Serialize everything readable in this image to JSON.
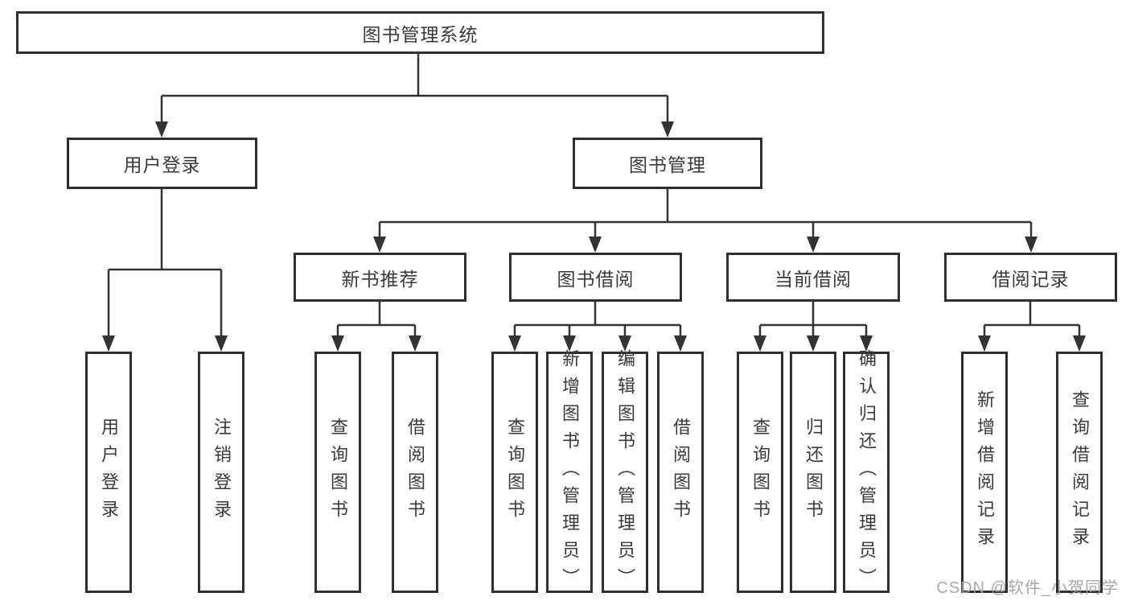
{
  "diagram": {
    "root": {
      "label": "图书管理系统"
    },
    "branches": [
      {
        "label": "用户登录",
        "children": [
          {
            "label": "用户登录"
          },
          {
            "label": "注销登录"
          }
        ]
      },
      {
        "label": "图书管理",
        "children": [
          {
            "label": "新书推荐",
            "children": [
              {
                "label": "查询图书"
              },
              {
                "label": "借阅图书"
              }
            ]
          },
          {
            "label": "图书借阅",
            "children": [
              {
                "label": "查询图书"
              },
              {
                "label": "新增图书（管理员）"
              },
              {
                "label": "编辑图书（管理员）"
              },
              {
                "label": "借阅图书"
              }
            ]
          },
          {
            "label": "当前借阅",
            "children": [
              {
                "label": "查询图书"
              },
              {
                "label": "归还图书"
              },
              {
                "label": "确认归还（管理员）"
              }
            ]
          },
          {
            "label": "借阅记录",
            "children": [
              {
                "label": "新增借阅记录"
              },
              {
                "label": "查询借阅记录"
              }
            ]
          }
        ]
      }
    ]
  },
  "watermark": {
    "text": "CSDN @软件_小贺同学"
  },
  "colors": {
    "line": "#333333",
    "box_border": "#2f2f2f",
    "text": "#3a3a3a",
    "watermark": "#9e9e9e",
    "background": "#ffffff"
  }
}
